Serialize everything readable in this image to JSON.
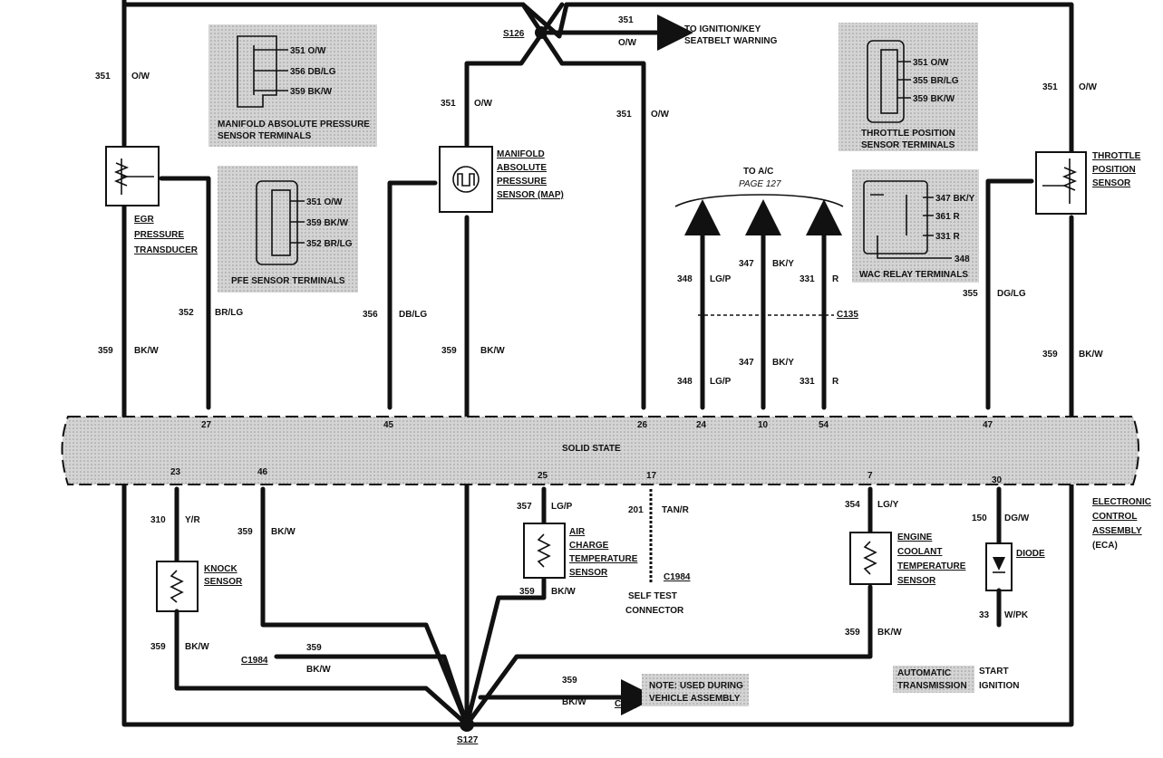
{
  "splices": {
    "s126": "S126",
    "s127": "S127"
  },
  "ignition": {
    "circuit": "351",
    "color": "O/W",
    "line1": "TO IGNITION/KEY",
    "line2": "SEATBELT WARNING"
  },
  "left_feed": {
    "circuit": "351",
    "color": "O/W"
  },
  "map_feed": {
    "circuit": "351",
    "color": "O/W"
  },
  "mid_feed": {
    "circuit": "351",
    "color": "O/W"
  },
  "right_feed": {
    "circuit": "351",
    "color": "O/W"
  },
  "map_terminals": {
    "t1": "351 O/W",
    "t2": "356 DB/LG",
    "t3": "359 BK/W",
    "title1": "MANIFOLD ABSOLUTE PRESSURE",
    "title2": "SENSOR TERMINALS"
  },
  "pfe_terminals": {
    "t1": "351 O/W",
    "t2": "359 BK/W",
    "t3": "352 BR/LG",
    "title": "PFE SENSOR TERMINALS"
  },
  "tps_terminals": {
    "t1": "351 O/W",
    "t2": "355 BR/LG",
    "t3": "359 BK/W",
    "title1": "THROTTLE POSITION",
    "title2": "SENSOR TERMINALS"
  },
  "wac_terminals": {
    "t1": "347 BK/Y",
    "t2": "361 R",
    "t3": "331 R",
    "t4": "348",
    "title": "WAC RELAY TERMINALS"
  },
  "egr": {
    "l1": "EGR",
    "l2": "PRESSURE",
    "l3": "TRANSDUCER"
  },
  "map_sensor": {
    "l1": "MANIFOLD",
    "l2": "ABSOLUTE",
    "l3": "PRESSURE",
    "l4": "SENSOR (MAP)"
  },
  "tps": {
    "l1": "THROTTLE",
    "l2": "POSITION",
    "l3": "SENSOR"
  },
  "ac": {
    "title": "TO A/C",
    "page": "PAGE 127",
    "connector": "C135"
  },
  "wires": {
    "w352": {
      "circuit": "352",
      "color": "BR/LG",
      "pin": "27"
    },
    "w356": {
      "circuit": "356",
      "color": "DB/LG",
      "pin": "45"
    },
    "w359_map": {
      "circuit": "359",
      "color": "BK/W"
    },
    "w359_left": {
      "circuit": "359",
      "color": "BK/W"
    },
    "w351_pin": "26",
    "w348_top": {
      "circuit": "348",
      "color": "LG/P"
    },
    "w348_bot": {
      "circuit": "348",
      "color": "LG/P",
      "pin": "24"
    },
    "w347_top": {
      "circuit": "347",
      "color": "BK/Y"
    },
    "w347_bot": {
      "circuit": "347",
      "color": "BK/Y",
      "pin": "10"
    },
    "w331_top": {
      "circuit": "331",
      "color": "R"
    },
    "w331_bot": {
      "circuit": "331",
      "color": "R",
      "pin": "54"
    },
    "w355": {
      "circuit": "355",
      "color": "DG/LG",
      "pin": "47"
    },
    "w359_right": {
      "circuit": "359",
      "color": "BK/W"
    }
  },
  "eca": {
    "center": "SOLID STATE",
    "l1": "ELECTRONIC",
    "l2": "CONTROL",
    "l3": "ASSEMBLY",
    "l4": "(ECA)"
  },
  "bottom": {
    "p23": "23",
    "p46": "46",
    "p25": "25",
    "p17": "17",
    "p7": "7",
    "p30": "30",
    "w310": {
      "circuit": "310",
      "color": "Y/R"
    },
    "w359_46": {
      "circuit": "359",
      "color": "BK/W"
    },
    "knock": {
      "l1": "KNOCK",
      "l2": "SENSOR"
    },
    "w359_knock": {
      "circuit": "359",
      "color": "BK/W"
    },
    "c1984_a": {
      "conn": "C1984",
      "circuit": "359",
      "color": "BK/W"
    },
    "w357": {
      "circuit": "357",
      "color": "LG/P"
    },
    "act": {
      "l1": "AIR",
      "l2": "CHARGE",
      "l3": "TEMPERATURE",
      "l4": "SENSOR"
    },
    "w359_act": {
      "circuit": "359",
      "color": "BK/W"
    },
    "w201": {
      "circuit": "201",
      "color": "TAN/R",
      "conn": "C1984"
    },
    "self_test": {
      "l1": "SELF TEST",
      "l2": "CONNECTOR"
    },
    "w354": {
      "circuit": "354",
      "color": "LG/Y"
    },
    "ect": {
      "l1": "ENGINE",
      "l2": "COOLANT",
      "l3": "TEMPERATURE",
      "l4": "SENSOR"
    },
    "w359_ect": {
      "circuit": "359",
      "color": "BK/W"
    },
    "w150": {
      "circuit": "150",
      "color": "DG/W"
    },
    "diode": "DIODE",
    "w33": {
      "circuit": "33",
      "color": "W/PK"
    },
    "c199": {
      "circuit": "359",
      "color": "BK/W",
      "conn": "C199"
    },
    "note1": "NOTE: USED DURING",
    "note2": "VEHICLE ASSEMBLY",
    "auto1": "AUTOMATIC",
    "auto2": "TRANSMISSION",
    "start": "START",
    "ign": "IGNITION"
  }
}
